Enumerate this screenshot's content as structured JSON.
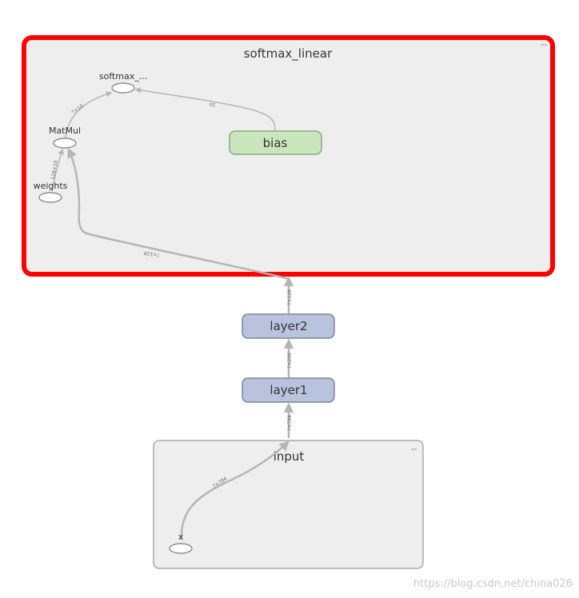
{
  "groups": {
    "softmax_linear": {
      "title": "softmax_linear",
      "fill": "#eeeeee",
      "border": "#ff0000",
      "collapse_glyph": "-"
    },
    "input": {
      "title": "input",
      "fill": "#eeeeee",
      "border": "#aaaaaa",
      "collapse_glyph": "-"
    }
  },
  "nodes": {
    "bias": {
      "label": "bias",
      "fill": "#c9e6bd",
      "stroke": "#8aa87e"
    },
    "layer2": {
      "label": "layer2",
      "fill": "#b9c3dd",
      "stroke": "#7b8599"
    },
    "layer1": {
      "label": "layer1",
      "fill": "#b9c3dd",
      "stroke": "#7b8599"
    },
    "softmax_op": {
      "label": "softmax_..."
    },
    "matmul_op": {
      "label": "MatMul"
    },
    "weights_op": {
      "label": "weights"
    },
    "x_op": {
      "label": "x"
    }
  },
  "edges": {
    "matmul_to_softmax": "?×10",
    "bias_to_softmax": "10",
    "weights_to_matmul": "128×10",
    "input_to_matmul": "?×128",
    "layer2_to_group": "?×128",
    "layer1_to_layer2": "?×256",
    "input_to_layer1": "?×784",
    "x_to_input_out": "?×784"
  },
  "watermark": "https://blog.csdn.net/china026"
}
